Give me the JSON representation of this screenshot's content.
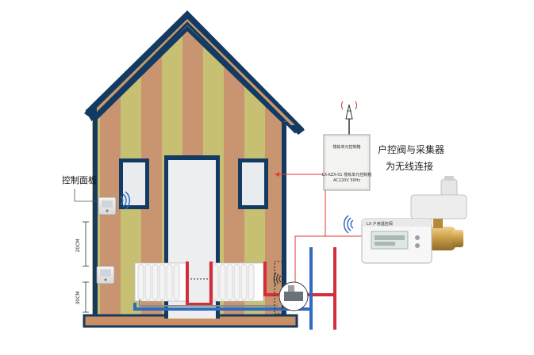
{
  "labels": {
    "control_panel": "控制面板",
    "wireless_line1": "户控阀与采集器",
    "wireless_line2": "为无线连接",
    "dim_upper": "20CM",
    "dim_lower": "30CM"
  },
  "device": {
    "collector_title": "楼栋单元控制箱",
    "collector_line1": "LX-KZX-01 楼栋单元控制箱",
    "collector_line2": "AC220V  50Hz",
    "valve_brand": "LX 户用温控阀"
  },
  "colors": {
    "roof": "#133a63",
    "roof_fill": "#c89a6b",
    "stripe_a": "#c7c072",
    "stripe_b": "#c99570",
    "floor": "#c98e62",
    "hot_pipe": "#d32f3a",
    "cold_pipe": "#2f6bbf",
    "signal_line": "#e53935"
  }
}
